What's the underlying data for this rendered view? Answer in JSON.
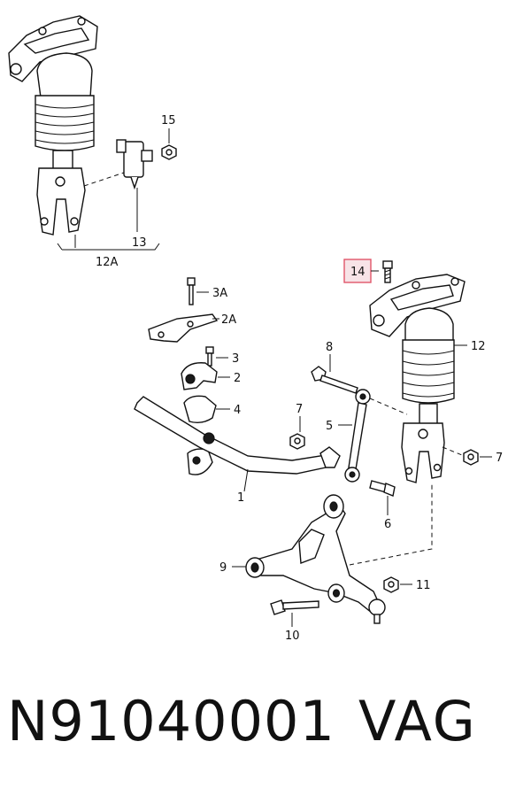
{
  "diagram": {
    "callouts": {
      "c1": "1",
      "c2": "2",
      "c2a": "2A",
      "c3": "3",
      "c3a": "3A",
      "c4": "4",
      "c5": "5",
      "c6": "6",
      "c7a": "7",
      "c7b": "7",
      "c8": "8",
      "c9": "9",
      "c10": "10",
      "c11": "11",
      "c12": "12",
      "c12a": "12A",
      "c13": "13",
      "c14": "14",
      "c15": "15"
    },
    "highlight_color": "#e0556a"
  },
  "footer": {
    "part_number": "N91040001",
    "brand": "VAG"
  }
}
